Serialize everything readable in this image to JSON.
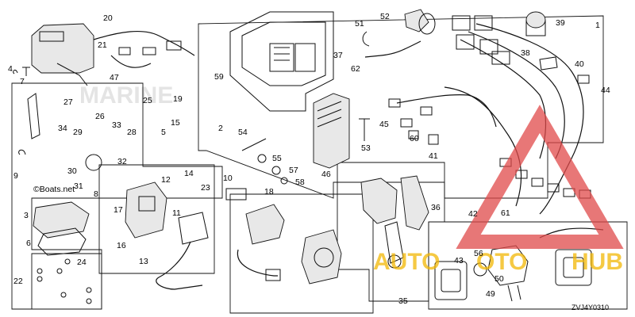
{
  "diagram_code": "ZVJ4Y0310",
  "watermark": "©Boats.net",
  "logo": {
    "word_left": "AUTO",
    "word_right": "OTO",
    "word_hub": "HUB",
    "color_red": "#e04a4a",
    "color_yellow": "#f2b705"
  },
  "callouts": {
    "n1": "1",
    "n2": "2",
    "n3": "3",
    "n4": "4",
    "n5": "5",
    "n6": "6",
    "n7": "7",
    "n8": "8",
    "n9": "9",
    "n10": "10",
    "n11": "11",
    "n12": "12",
    "n13": "13",
    "n14": "14",
    "n15": "15",
    "n16": "16",
    "n17": "17",
    "n18": "18",
    "n19": "19",
    "n20": "20",
    "n21": "21",
    "n22": "22",
    "n23": "23",
    "n24": "24",
    "n25": "25",
    "n26": "26",
    "n27": "27",
    "n28": "28",
    "n29": "29",
    "n30": "30",
    "n31": "31",
    "n32": "32",
    "n33": "33",
    "n34": "34",
    "n35": "35",
    "n36": "36",
    "n37": "37",
    "n38": "38",
    "n39": "39",
    "n40": "40",
    "n41": "41",
    "n42": "42",
    "n43": "43",
    "n44": "44",
    "n45": "45",
    "n46": "46",
    "n47": "47",
    "n49": "49",
    "n50": "50",
    "n51": "51",
    "n52": "52",
    "n53": "53",
    "n54": "54",
    "n55": "55",
    "n56": "56",
    "n57": "57",
    "n58": "58",
    "n59": "59",
    "n60": "60",
    "n61": "61",
    "n62": "62"
  },
  "icons": {
    "logo_mark": "warning-triangle-icon"
  }
}
